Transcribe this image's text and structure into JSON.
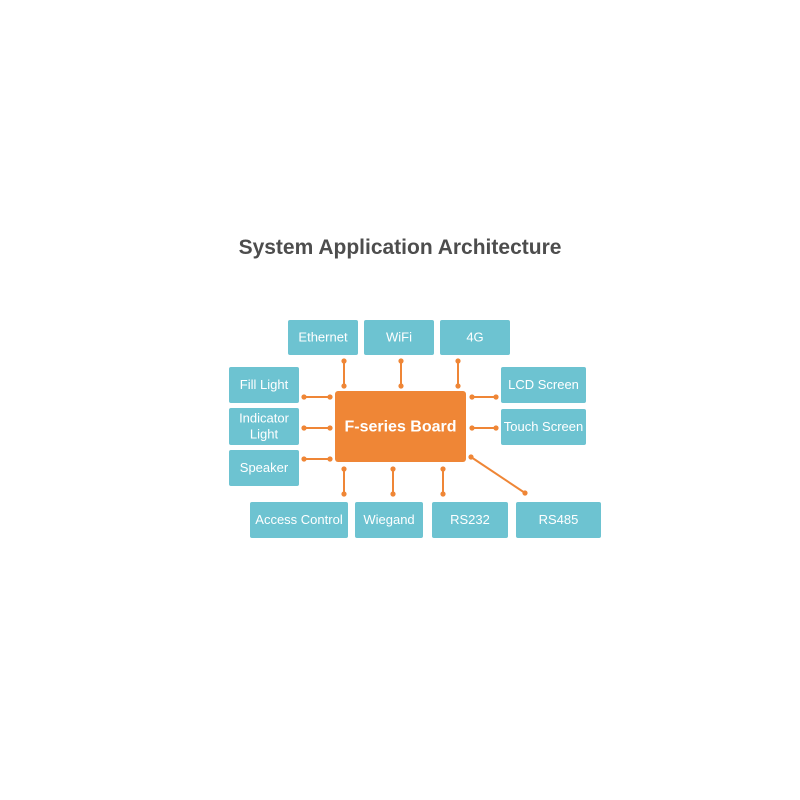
{
  "title": "System Application Architecture",
  "core": {
    "label": "F-series Board"
  },
  "modules": {
    "ethernet": "Ethernet",
    "wifi": "WiFi",
    "cellular": "4G",
    "fill_light": "Fill Light",
    "indicator_light_line1": "Indicator",
    "indicator_light_line2": "Light",
    "speaker": "Speaker",
    "lcd_screen": "LCD Screen",
    "touch_screen": "Touch Screen",
    "access_control": "Access Control",
    "wiegand": "Wiegand",
    "rs232": "RS232",
    "rs485": "RS485"
  },
  "colors": {
    "module": "#6dc3d1",
    "core": "#ef8636",
    "connector": "#ef8636",
    "title": "#4d4d4d"
  }
}
